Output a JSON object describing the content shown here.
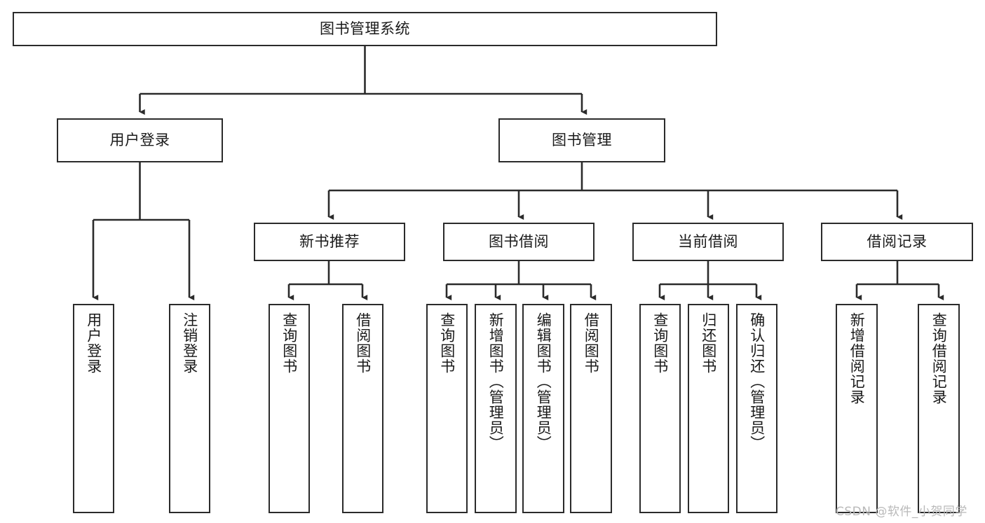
{
  "diagram": {
    "title": "图书管理系统",
    "type": "tree-hierarchy-chart",
    "orientation": "top-down",
    "colors": {
      "stroke": "#2b2b2b",
      "fill": "#ffffff",
      "text": "#1a1a1a",
      "watermark": "#b9b9b9"
    },
    "levels": [
      {
        "name": "root",
        "count": 1
      },
      {
        "name": "modules",
        "count": 2
      },
      {
        "name": "submodules",
        "count": 4
      },
      {
        "name": "functions",
        "count": 13
      }
    ]
  },
  "nodes": {
    "root": {
      "label": "图书管理系统"
    },
    "level2": [
      {
        "id": "user-login",
        "label": "用户登录"
      },
      {
        "id": "book-management",
        "label": "图书管理"
      }
    ],
    "level3": [
      {
        "id": "new-book-recommend",
        "label": "新书推荐"
      },
      {
        "id": "book-borrow",
        "label": "图书借阅"
      },
      {
        "id": "current-borrow",
        "label": "当前借阅"
      },
      {
        "id": "borrow-record",
        "label": "借阅记录"
      }
    ],
    "leaves": {
      "user-login": [
        {
          "id": "leaf-user-login",
          "label": "用户登录"
        },
        {
          "id": "leaf-logout",
          "label": "注销登录"
        }
      ],
      "new-book-recommend": [
        {
          "id": "leaf-query-book-1",
          "label": "查询图书"
        },
        {
          "id": "leaf-borrow-book-1",
          "label": "借阅图书"
        }
      ],
      "book-borrow": [
        {
          "id": "leaf-query-book-2",
          "label": "查询图书"
        },
        {
          "id": "leaf-add-book",
          "label": "新增图书（管理员）"
        },
        {
          "id": "leaf-edit-book",
          "label": "编辑图书（管理员）"
        },
        {
          "id": "leaf-borrow-book-2",
          "label": "借阅图书"
        }
      ],
      "current-borrow": [
        {
          "id": "leaf-query-book-3",
          "label": "查询图书"
        },
        {
          "id": "leaf-return-book",
          "label": "归还图书"
        },
        {
          "id": "leaf-confirm-return",
          "label": "确认归还（管理员）"
        }
      ],
      "borrow-record": [
        {
          "id": "leaf-add-record",
          "label": "新增借阅记录"
        },
        {
          "id": "leaf-query-record",
          "label": "查询借阅记录"
        }
      ]
    }
  },
  "watermark": {
    "text": "CSDN @软件_小贺同学"
  }
}
